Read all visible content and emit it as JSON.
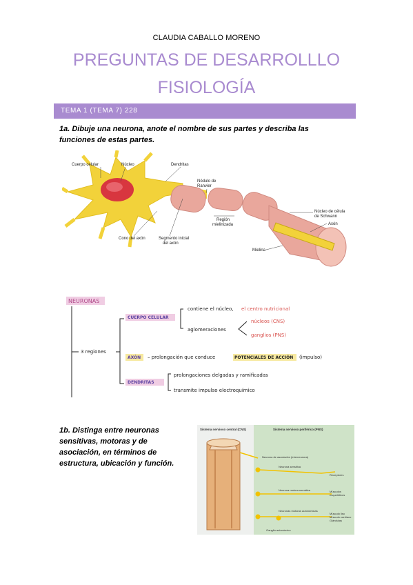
{
  "header": {
    "author": "CLAUDIA CABALLO MORENO",
    "title_line1": "PREGUNTAS DE DESARROLLLO",
    "title_line2": "FISIOLOGÍA"
  },
  "section": {
    "label": "TEMA 1 (TEMA 7) 228"
  },
  "questions": {
    "q1a": "1a. Dibuje una neurona, anote el nombre de sus partes y describa las funciones de estas partes.",
    "q1b": "1b. Distinga entre neuronas sensitivas, motoras y de asociación, en términos de estructura, ubicación y función."
  },
  "figure1": {
    "labels": {
      "cuerpo": "Cuerpo celular",
      "nucleo": "Núcleo",
      "dendritas": "Dendritas",
      "nodulo1": "Nódulo de",
      "nodulo2": "Ranvier",
      "region1": "Región",
      "region2": "mielinizada",
      "schwann1": "Núcleo de célula",
      "schwann2": "de Schwann",
      "axon": "Axón",
      "cono": "Cono del axón",
      "segmento1": "Segmento inicial",
      "segmento2": "del axón",
      "mielina": "Mielina"
    }
  },
  "figure2": {
    "title": "NEURONAS",
    "regiones": "3 regiones",
    "cuerpo": "CUERPO CELULAR",
    "contiene": "contiene el núcleo,",
    "centro": "el centro nutricional",
    "aglomeraciones": "aglomeraciones",
    "nucleos": "núcleos  (CNS)",
    "ganglios": "ganglios  (PNS)",
    "axon": "AXÓN",
    "axon_desc": "–  prolongación que conduce",
    "potenciales": "POTENCIALES DE ACCIÓN",
    "impulso": "(impulso)",
    "dendritas": "DENDRITAS",
    "dend1": "prolongaciones delgadas y ramificadas",
    "dend2": "transmite impulso electroquímico"
  },
  "figure3": {
    "cns": "Sistema nervioso central (CNS)",
    "pns": "Sistema nervioso periférico (PNS)",
    "asociacion": "Neurona de asociación (interneurona)",
    "sensitiva": "Neurona sensitiva",
    "receptores": "Receptores",
    "motora_somatica": "Neurona motora somática",
    "musculos_esq1": "Músculos",
    "musculos_esq2": "esqueléticos",
    "motoras_autonomicas": "Neuronas motoras autonómicas",
    "efectores1": "Músculo liso",
    "efectores2": "Músculo cardíaco",
    "efectores3": "Glándulas",
    "ganglio": "Ganglio autonómico"
  },
  "colors": {
    "accent": "#a98bd0",
    "neuron_yellow": "#f2d23a",
    "nucleus_red": "#d8363f",
    "myelin_pink": "#e9a79c",
    "pns_green": "#cfe3c8"
  }
}
